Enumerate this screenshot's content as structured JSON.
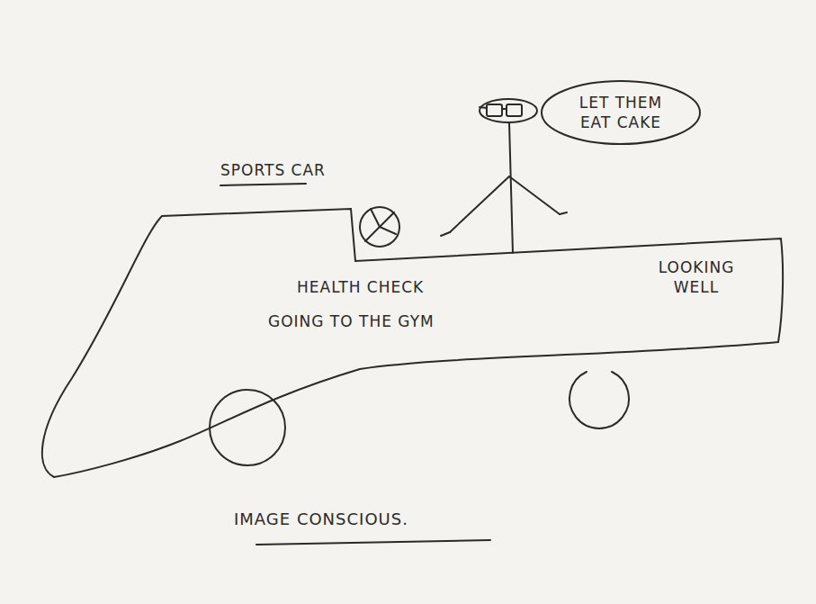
{
  "diagram": {
    "caption": "IMAGE CONSCIOUS.",
    "nodes": [
      {
        "text": [
          "SPORTS CAR",
          "HEALTH CHECK",
          "GOING TO THE GYM",
          "LOOKING WELL"
        ]
      },
      {
        "text": [
          "LET THEM EAT CAKE"
        ]
      }
    ]
  }
}
